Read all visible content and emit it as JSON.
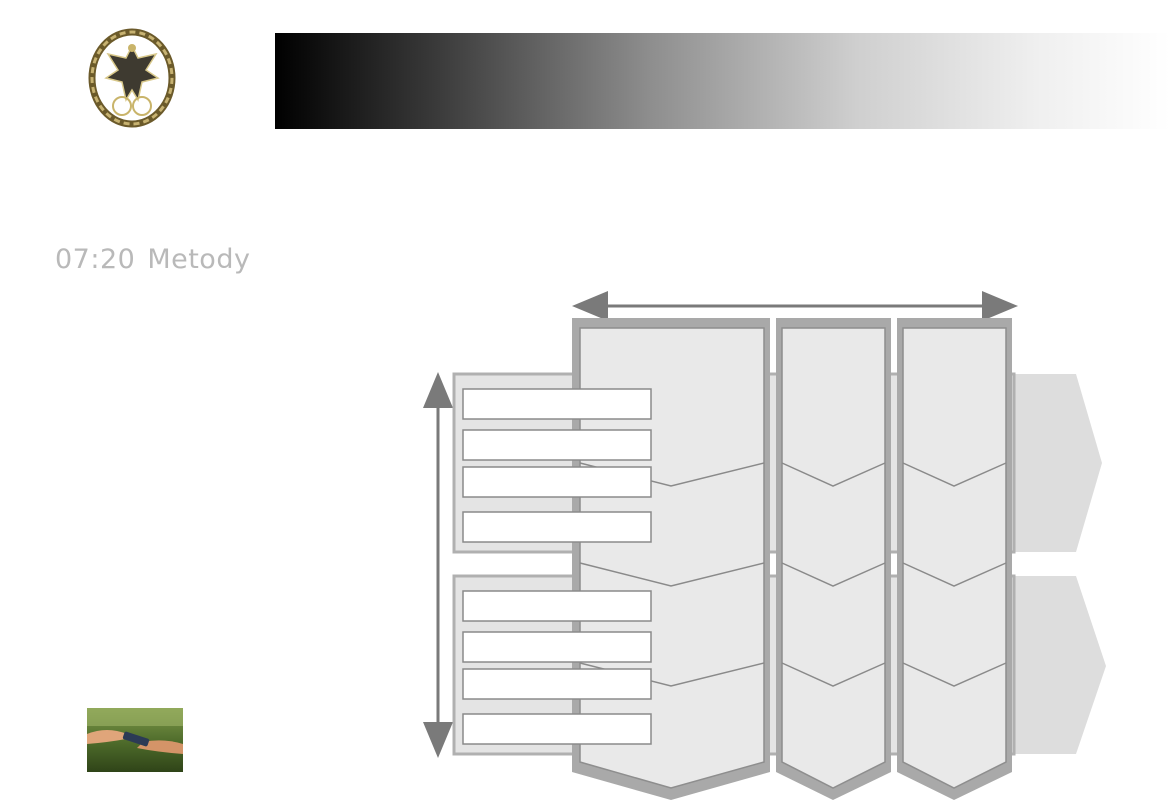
{
  "slide": {
    "time": "07:20",
    "title": "Metody"
  },
  "icons": {
    "emblem": "eagle-emblem-icon",
    "photo": "hands-handover-photo",
    "vertical_arrow": "double-arrow-vertical-icon",
    "horizontal_arrow": "double-arrow-horizontal-icon"
  },
  "diagram": {
    "row_groups": 2,
    "label_boxes_per_group": 4,
    "columns": 3,
    "label_boxes": [
      "",
      "",
      "",
      "",
      "",
      "",
      "",
      ""
    ]
  },
  "colors": {
    "title_text": "#b9b9b9",
    "column_fill": "#e9e9e9",
    "column_border": "#a9a9a9",
    "arrow": "#7a7a7a",
    "right_chevron": "#dddddd",
    "header_gradient_start": "#000000",
    "header_gradient_end": "#ffffff"
  }
}
